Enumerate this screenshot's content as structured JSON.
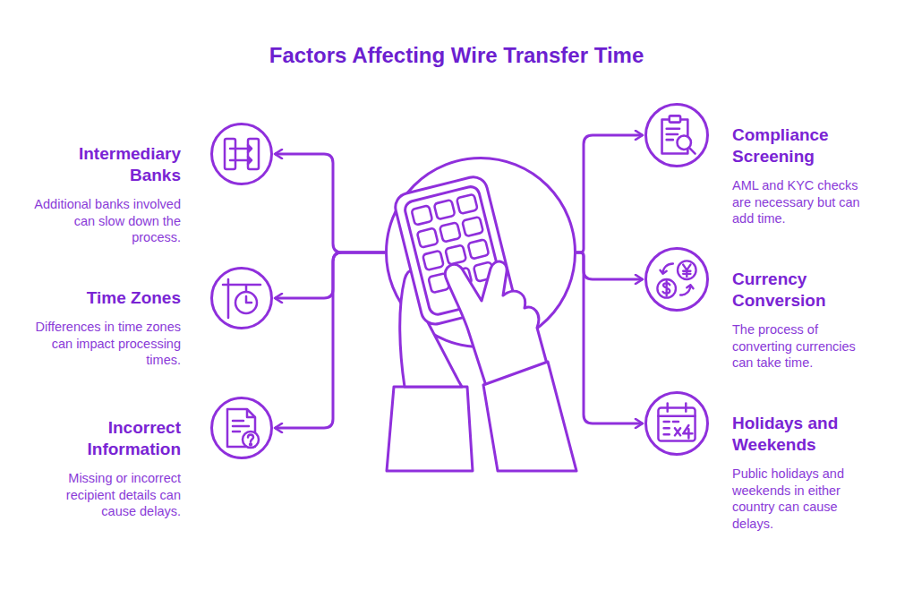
{
  "diagram": {
    "title": "Factors Affecting Wire Transfer Time",
    "nodes": [
      {
        "text": []
      },
      {
        "text": [
          "Intermediary Banks",
          "Additional banks involved can slow down the process."
        ]
      },
      {
        "text": [
          "Time Zones",
          "Differences in time zones can impact processing times."
        ]
      },
      {
        "text": [
          "Incorrect Information",
          "Missing or incorrect recipient details can cause delays."
        ]
      },
      {
        "text": [
          "Compliance Screening",
          "AML and KYC checks are necessary but can add time."
        ]
      },
      {
        "text": [
          "Currency Conversion",
          "The process of converting currencies can take time."
        ]
      },
      {
        "text": [
          "Holidays and Weekends",
          "Public holidays and weekends in either country can cause delays."
        ]
      }
    ],
    "edges": [
      {
        "from": 0,
        "to": 1,
        "arrow": "to"
      },
      {
        "from": 0,
        "to": 2,
        "arrow": "to"
      },
      {
        "from": 0,
        "to": 3,
        "arrow": "to"
      },
      {
        "from": 0,
        "to": 4,
        "arrow": "to"
      },
      {
        "from": 0,
        "to": 5,
        "arrow": "to"
      },
      {
        "from": 0,
        "to": 6,
        "arrow": "to"
      }
    ]
  }
}
